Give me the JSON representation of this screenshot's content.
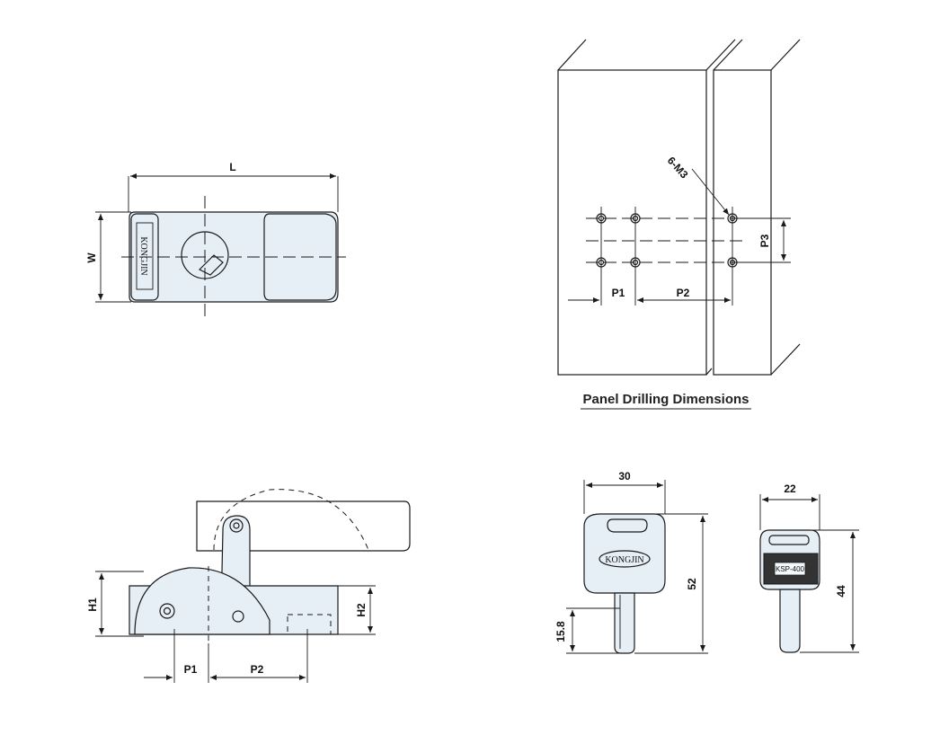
{
  "labels": {
    "L": "L",
    "W": "W",
    "H1": "H1",
    "H2": "H2",
    "P1_side": "P1",
    "P2_side": "P2",
    "P1_panel": "P1",
    "P2_panel": "P2",
    "P3": "P3",
    "holes": "6-M3",
    "panel_caption": "Panel Drilling Dimensions",
    "key_width_front": "30",
    "key_height_front": "52",
    "key_blade": "15.8",
    "key_width_side": "22",
    "key_height_side": "44"
  },
  "branding": {
    "lock_brand": "KONGJIN",
    "key_brand": "KONGJIN",
    "key_model": "KSP-400"
  },
  "colors": {
    "part_fill": "#e6eef6",
    "line": "#1a1a1a"
  }
}
